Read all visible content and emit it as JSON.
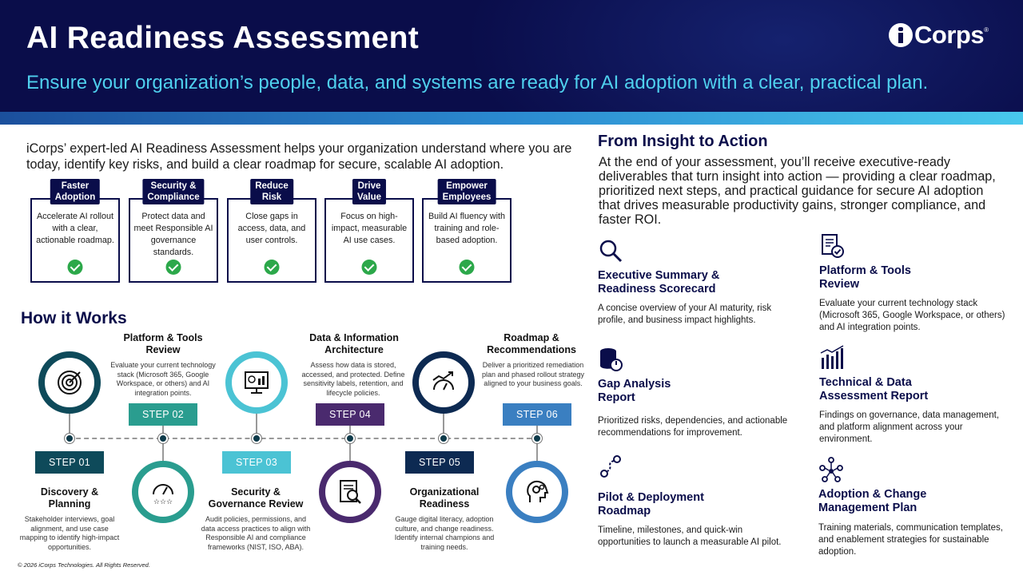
{
  "header": {
    "title": "AI Readiness Assessment",
    "subtitle": "Ensure your organization’s people, data, and systems are ready for AI adoption with a clear, practical plan.",
    "logo_text": "Corps",
    "logo_reg": "®"
  },
  "intro": "iCorps’ expert-led AI Readiness Assessment helps your organization understand where you are today, identify key risks, and build a clear roadmap for secure, scalable AI adoption.",
  "benefits": [
    {
      "tag": "Faster\nAdoption",
      "text": "Accelerate AI rollout with a clear, actionable roadmap."
    },
    {
      "tag": "Security &\nCompliance",
      "text": "Protect data and meet Responsible AI governance standards."
    },
    {
      "tag": "Reduce\nRisk",
      "text": "Close gaps in access, data, and user controls."
    },
    {
      "tag": "Drive\nValue",
      "text": "Focus on high-impact, measurable AI use cases."
    },
    {
      "tag": "Empower\nEmployees",
      "text": "Build AI fluency with training and role-based adoption."
    }
  ],
  "how": {
    "title": "How it Works",
    "steps": [
      {
        "label": "STEP 01",
        "title": "Discovery &\nPlanning",
        "desc": "Stakeholder interviews, goal alignment, and use case mapping to identify high-impact opportunities.",
        "color": "#0e4a5a",
        "icon": "target-icon"
      },
      {
        "label": "STEP 02",
        "title": "Platform & Tools\nReview",
        "desc": "Evaluate your current technology stack (Microsoft 365, Google Workspace, or others) and AI integration points.",
        "color": "#2a9d8f",
        "icon": "gauge-stars-icon"
      },
      {
        "label": "STEP 03",
        "title": "Security &\nGovernance Review",
        "desc": "Audit policies, permissions, and data access practices to align with Responsible AI and compliance frameworks (NIST, ISO, ABA).",
        "color": "#4bc3d4",
        "icon": "dashboard-monitor-icon"
      },
      {
        "label": "STEP 04",
        "title": "Data & Information\nArchitecture",
        "desc": "Assess how data is stored, accessed, and protected. Define sensitivity labels, retention, and lifecycle policies.",
        "color": "#4a2a6e",
        "icon": "document-search-icon"
      },
      {
        "label": "STEP 05",
        "title": "Organizational\nReadiness",
        "desc": "Gauge digital literacy, adoption culture, and change readiness. Identify internal champions and training needs.",
        "color": "#0d2a52",
        "icon": "performance-chart-icon"
      },
      {
        "label": "STEP 06",
        "title": "Roadmap &\nRecommendations",
        "desc": "Deliver a prioritized remediation plan and phased rollout strategy aligned to your business goals.",
        "color": "#3a7fc1",
        "icon": "head-gears-icon"
      }
    ]
  },
  "right": {
    "title": "From Insight to Action",
    "intro": "At the end of your assessment, you’ll receive executive-ready deliverables that turn insight into action — providing a clear roadmap, prioritized next steps, and practical guidance for secure AI adoption that drives measurable productivity gains, stronger compliance, and faster ROI.",
    "deliverables": [
      {
        "title": "Executive Summary &\nReadiness Scorecard",
        "desc": "A concise overview of your AI maturity, risk profile, and business impact highlights.",
        "icon": "magnifier-icon"
      },
      {
        "title": "Platform & Tools\nReview",
        "desc": "Evaluate your current technology stack (Microsoft 365, Google Workspace, or others) and AI integration points.",
        "icon": "document-check-icon"
      },
      {
        "title": "Gap Analysis\nReport",
        "desc": "Prioritized risks, dependencies, and actionable recommendations for improvement.",
        "icon": "database-icon"
      },
      {
        "title": "Technical & Data\nAssessment Report",
        "desc": "Findings on governance, data management, and platform alignment across your environment.",
        "icon": "bar-chart-icon"
      },
      {
        "title": "Pilot & Deployment\nRoadmap",
        "desc": "Timeline, milestones, and quick-win opportunities to launch a measurable AI pilot.",
        "icon": "route-icon"
      },
      {
        "title": "Adoption & Change\nManagement Plan",
        "desc": "Training materials, communication templates, and enablement strategies for sustainable adoption.",
        "icon": "network-icon"
      }
    ]
  },
  "footer": "© 2026 iCorps Technologies. All Rights Reserved."
}
